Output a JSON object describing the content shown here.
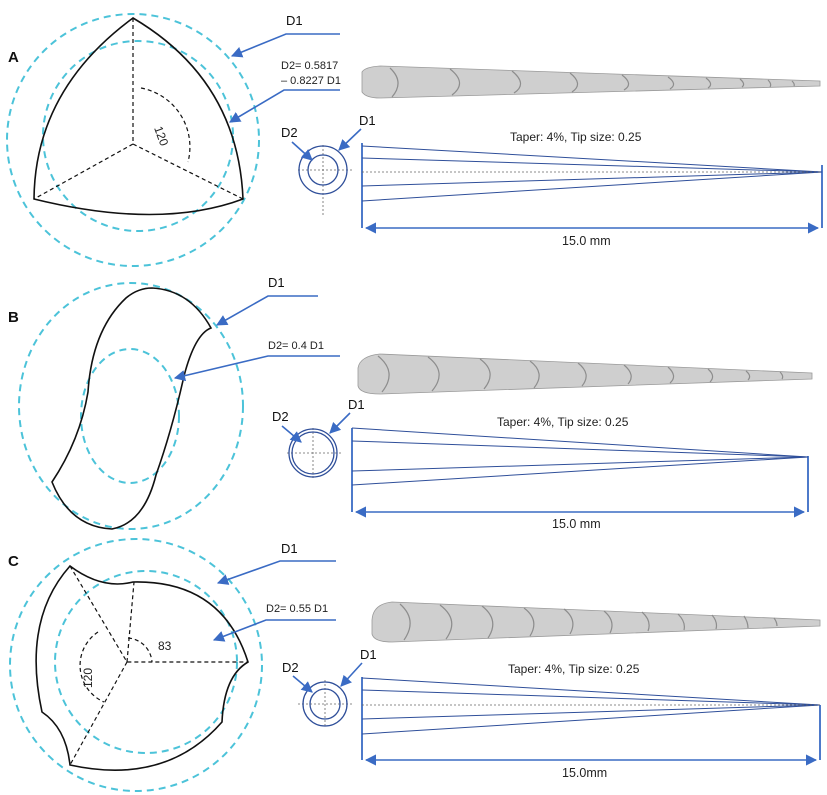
{
  "panels": [
    {
      "letter": "A",
      "d1_label": "D1",
      "d2_label_line1": "D2= 0.5817",
      "d2_label_line2": "– 0.8227 D1",
      "angle_labels": [
        "120"
      ],
      "ring_d2": "D2",
      "ring_d1": "D1",
      "taper_text": "Taper: 4%, Tip size: 0.25",
      "length_text": "15.0 mm"
    },
    {
      "letter": "B",
      "d1_label": "D1",
      "d2_label_line1": "D2= 0.4 D1",
      "angle_labels": [],
      "ring_d2": "D2",
      "ring_d1": "D1",
      "taper_text": "Taper: 4%, Tip size: 0.25",
      "length_text": "15.0 mm"
    },
    {
      "letter": "C",
      "d1_label": "D1",
      "d2_label_line1": "D2= 0.55 D1",
      "angle_labels": [
        "120",
        "83"
      ],
      "ring_d2": "D2",
      "ring_d1": "D1",
      "taper_text": "Taper: 4%, Tip size: 0.25",
      "length_text": "15.0mm"
    }
  ],
  "colors": {
    "dashed_circle": "#4cc3d9",
    "leader": "#3a6bc4",
    "outline": "#111111"
  }
}
